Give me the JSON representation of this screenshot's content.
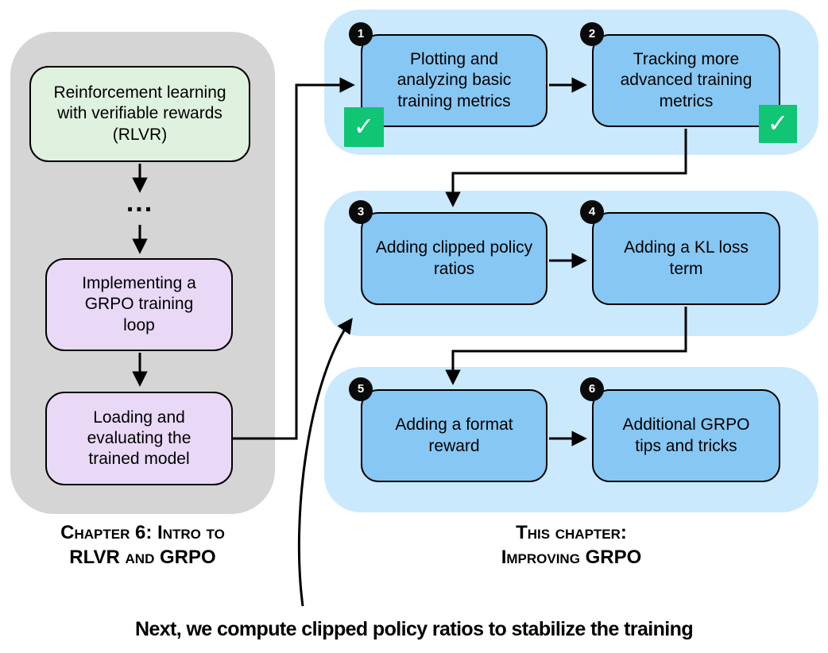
{
  "left_panel": {
    "caption": {
      "line1": "Chapter 6: Intro to",
      "line2": "RLVR and GRPO"
    },
    "ellipsis": "...",
    "nodes": [
      {
        "label": "Reinforcement learning with verifiable rewards (RLVR)"
      },
      {
        "label": "Implementing a GRPO training loop"
      },
      {
        "label": "Loading and evaluating the trained model"
      }
    ]
  },
  "right_panel": {
    "caption": {
      "line1": "This chapter:",
      "line2": "Improving GRPO"
    },
    "steps": [
      {
        "number": "1",
        "label": "Plotting and analyzing basic training metrics",
        "completed": true
      },
      {
        "number": "2",
        "label": "Tracking more advanced training metrics",
        "completed": true
      },
      {
        "number": "3",
        "label": "Adding clipped policy ratios",
        "completed": false
      },
      {
        "number": "4",
        "label": "Adding a KL loss term",
        "completed": false
      },
      {
        "number": "5",
        "label": "Adding a format reward",
        "completed": false
      },
      {
        "number": "6",
        "label": "Additional GRPO tips and tricks",
        "completed": false
      }
    ]
  },
  "annotation": {
    "text": "Next, we compute clipped policy ratios to stabilize the training"
  },
  "icons": {
    "check": "✓"
  },
  "colors": {
    "chapter6_panel": "#d5d5d5",
    "rlvr_node": "#dff2df",
    "grpo_nodes": "#e9d9f7",
    "row_group": "#cbe9fd",
    "step_box": "#87c7f3",
    "check_green": "#10c573",
    "line": "#000000"
  }
}
